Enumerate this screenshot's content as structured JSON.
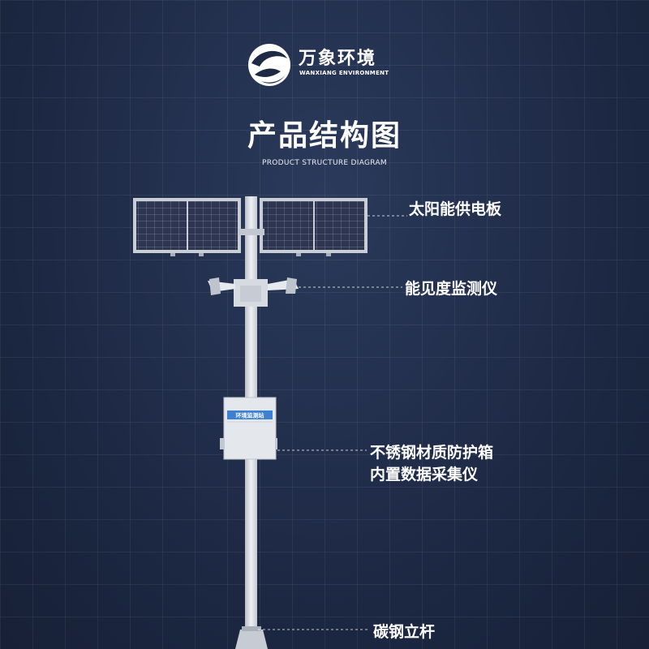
{
  "brand": {
    "name_cn": "万象环境",
    "name_en": "WANXIANG ENVIRONMENT"
  },
  "title": "产品结构图",
  "subtitle": "PRODUCT STRUCTURE DIAGRAM",
  "box_label": "环境监测站",
  "callouts": {
    "solar_panel": "太阳能供电板",
    "visibility_sensor": "能见度监测仪",
    "enclosure_line1": "不锈钢材质防护箱",
    "enclosure_line2": "内置数据采集仪",
    "pole": "碳钢立杆"
  },
  "colors": {
    "background": "#1e2a44",
    "pole": "#d9dde3",
    "panel_cell": "#2d3550",
    "text": "#ffffff"
  }
}
